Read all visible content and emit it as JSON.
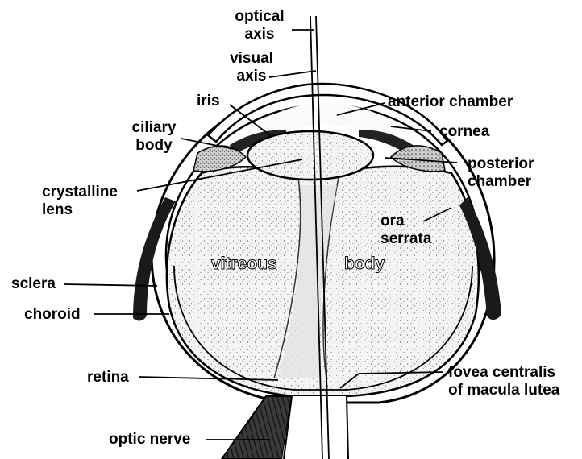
{
  "labels": {
    "optical_axis": "optical\naxis",
    "visual_axis": "visual\naxis",
    "iris": "iris",
    "ciliary_body": "ciliary\nbody",
    "crystalline_lens": "crystalline\nlens",
    "anterior_chamber": "anterior chamber",
    "cornea": "cornea",
    "posterior_chamber": "posterior\nchamber",
    "ora_serrata": "ora\nserrata",
    "vitreous": "vitreous",
    "body": "body",
    "sclera": "sclera",
    "choroid": "choroid",
    "retina": "retina",
    "fovea": "fovea centralis\nof macula lutea",
    "optic_nerve": "optic nerve"
  },
  "colors": {
    "ink": "#000000",
    "paper": "#ffffff",
    "vitreous_text": "#ffffff"
  }
}
